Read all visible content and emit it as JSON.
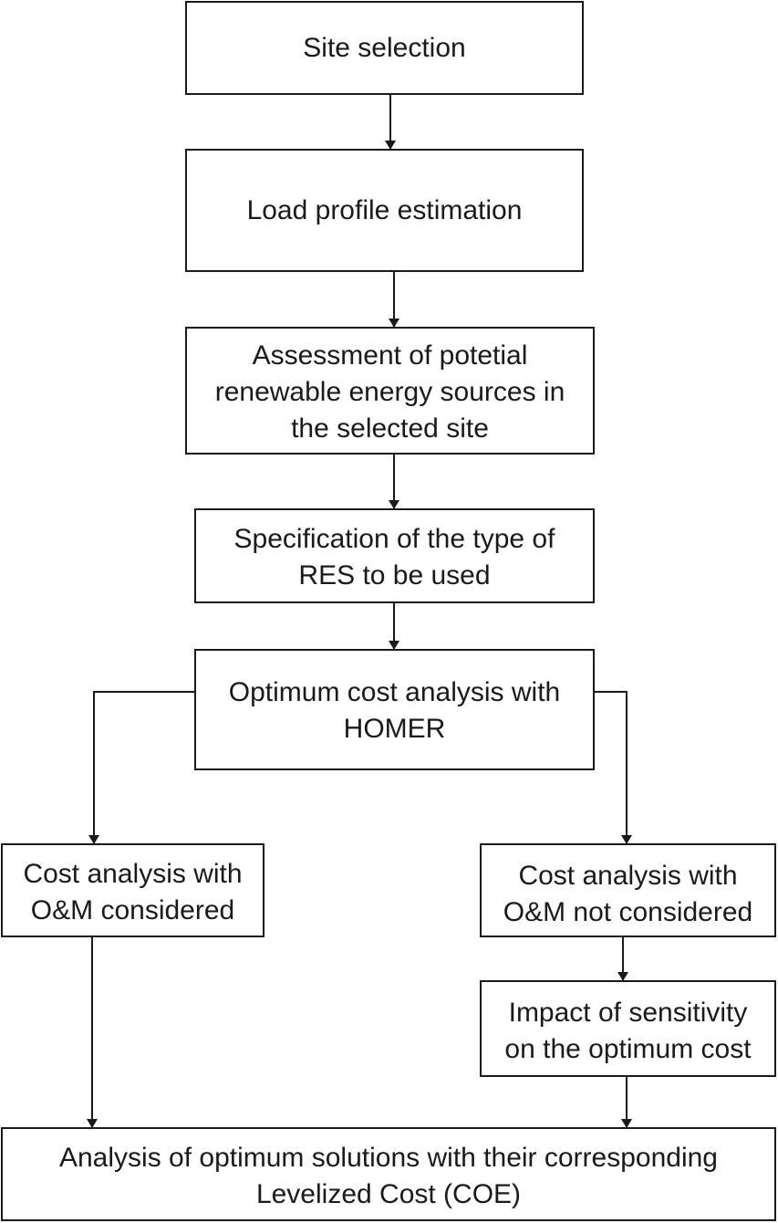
{
  "flowchart": {
    "nodes": {
      "site_selection": {
        "lines": [
          "Site selection"
        ]
      },
      "load_profile": {
        "lines": [
          "Load profile estimation"
        ]
      },
      "assessment": {
        "lines": [
          "Assessment of potetial",
          "renewable energy sources in",
          "the selected site"
        ]
      },
      "specification": {
        "lines": [
          "Specification of the type of",
          "RES to be used"
        ]
      },
      "optimum_cost": {
        "lines": [
          "Optimum cost analysis with",
          "HOMER"
        ]
      },
      "om_considered": {
        "lines": [
          "Cost analysis with",
          "O&M considered"
        ]
      },
      "om_not_considered": {
        "lines": [
          "Cost analysis with",
          "O&M not considered"
        ]
      },
      "sensitivity": {
        "lines": [
          "Impact of sensitivity",
          "on the optimum cost"
        ]
      },
      "final_analysis": {
        "lines": [
          "Analysis of optimum solutions with their corresponding",
          "Levelized Cost (COE)"
        ]
      }
    },
    "edges": [
      {
        "from": "Site selection",
        "to": "Load profile estimation"
      },
      {
        "from": "Load profile estimation",
        "to": "Assessment of potetial renewable energy sources in the selected site"
      },
      {
        "from": "Assessment of potetial renewable energy sources in the selected site",
        "to": "Specification of the type of RES to be used"
      },
      {
        "from": "Specification of the type of RES to be used",
        "to": "Optimum cost analysis with HOMER"
      },
      {
        "from": "Optimum cost analysis with HOMER",
        "to": "Cost analysis with O&M considered"
      },
      {
        "from": "Optimum cost analysis with HOMER",
        "to": "Cost analysis with O&M not considered"
      },
      {
        "from": "Cost analysis with O&M not considered",
        "to": "Impact of sensitivity on the optimum cost"
      },
      {
        "from": "Cost analysis with O&M considered",
        "to": "Analysis of optimum solutions with their corresponding Levelized Cost (COE)"
      },
      {
        "from": "Impact of sensitivity on the optimum cost",
        "to": "Analysis of optimum solutions with their corresponding Levelized Cost (COE)"
      }
    ],
    "colors": {
      "stroke": "#1a1a1a",
      "background": "#ffffff"
    }
  }
}
